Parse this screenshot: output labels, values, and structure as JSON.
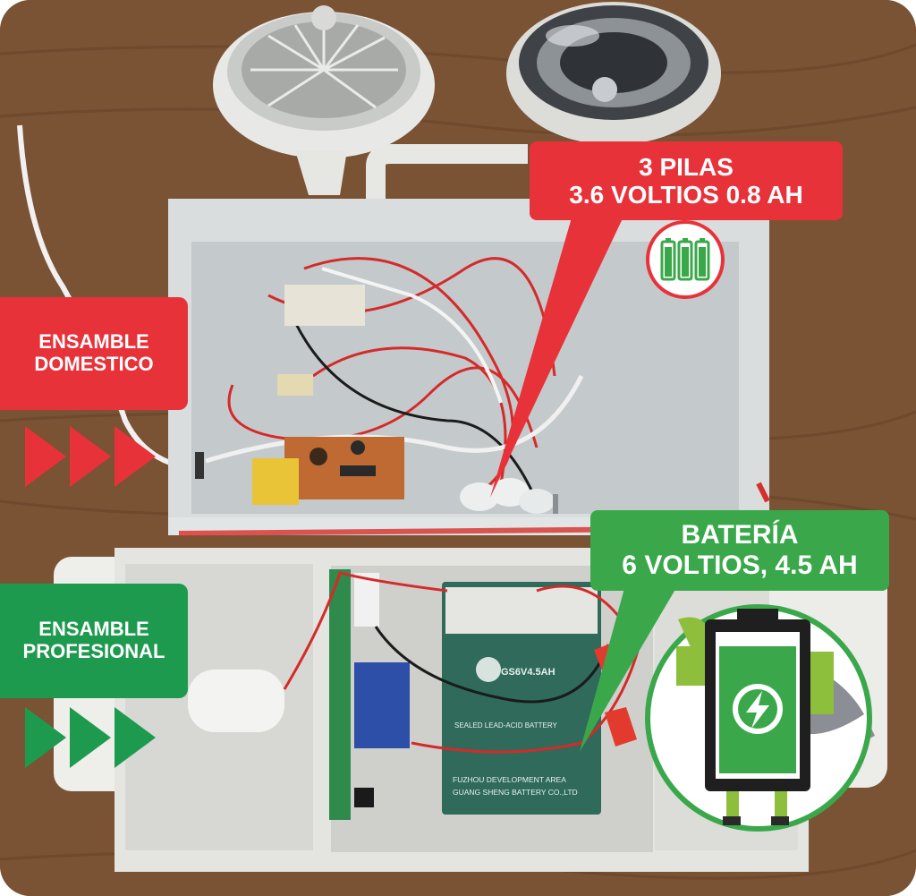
{
  "colors": {
    "red": "#e8323a",
    "green": "#3aa84a",
    "dark_green": "#1e9a4f",
    "white": "#ffffff",
    "wood": "#7a5234",
    "metal_box": "#cfd5d6",
    "plastic_box": "#e7e7e3"
  },
  "callouts": {
    "pilas_line1": "3 PILAS",
    "pilas_line2": "3.6 VOLTIOS 0.8 AH",
    "bateria_line1": "BATERÍA",
    "bateria_line2": "6 VOLTIOS, 4.5 AH"
  },
  "labels": {
    "domestico_line1": "ENSAMBLE",
    "domestico_line2": "DOMESTICO",
    "profesional_line1": "ENSAMBLE",
    "profesional_line2": "PROFESIONAL"
  },
  "battery_print": {
    "model": "GS6V4.5AH",
    "type": "SEALED LEAD-ACID BATTERY",
    "maker_line1": "FUZHOU DEVELOPMENT AREA",
    "maker_line2": "GUANG SHENG BATTERY CO.,LTD"
  },
  "icons": [
    "battery-cells-icon",
    "charging-battery-icon",
    "lightning-icon",
    "superhero-icon",
    "chevron-right-icon"
  ]
}
